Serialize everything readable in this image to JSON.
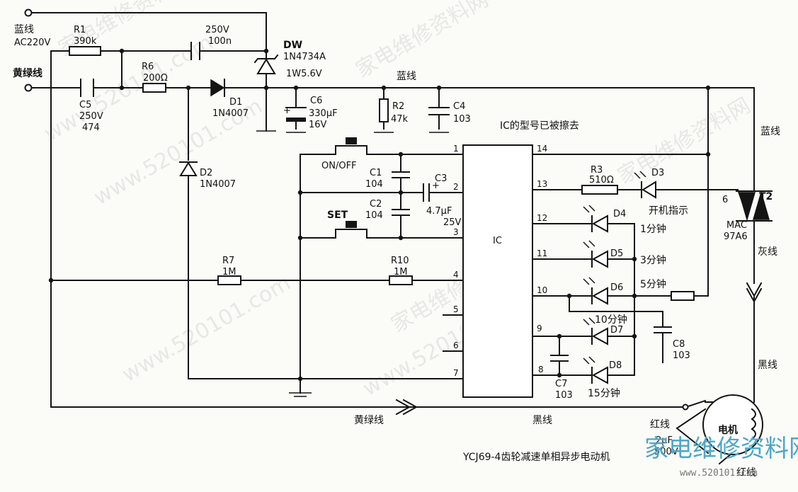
{
  "labels": {
    "blue_top": "蓝线",
    "ac220": "AC220V",
    "yellow_green_left": "黄绿线",
    "blue_mid": "蓝线",
    "blue_right": "蓝线",
    "grey_right": "灰线",
    "black_right": "黑线",
    "yellow_green_bottom": "黄绿线",
    "black_bottom": "黑线",
    "red_left": "红线",
    "red_bottom": "红线",
    "motor": "电机",
    "ic_note": "IC的型号已被擦去",
    "caption": "YCJ69-4齿轮减速单相异步电动机",
    "indicator": "开机指示",
    "on_off": "ON/OFF",
    "set": "SET",
    "ic": "IC"
  },
  "components": {
    "R1": {
      "name": "R1",
      "value": "390k"
    },
    "C_top": {
      "rating": "250V",
      "value": "100n"
    },
    "DW": {
      "name": "DW",
      "part": "1N4734A",
      "rating": "1W5.6V"
    },
    "R6": {
      "name": "R6",
      "value": "200Ω"
    },
    "D1": {
      "name": "D1",
      "part": "1N4007"
    },
    "D2": {
      "name": "D2",
      "part": "1N4007"
    },
    "C5": {
      "name": "C5",
      "rating": "250V",
      "value": "474"
    },
    "C6": {
      "name": "C6",
      "value": "330μF",
      "rating": "16V"
    },
    "R2": {
      "name": "R2",
      "value": "47k"
    },
    "C4": {
      "name": "C4",
      "value": "103"
    },
    "C1": {
      "name": "C1",
      "value": "104"
    },
    "C2": {
      "name": "C2",
      "value": "104"
    },
    "C3": {
      "name": "C3",
      "value": "4.7μF",
      "rating": "25V"
    },
    "R7": {
      "name": "R7",
      "value": "1M"
    },
    "R10": {
      "name": "R10",
      "value": "1M"
    },
    "R3": {
      "name": "R3",
      "value": "510Ω"
    },
    "D3": {
      "name": "D3"
    },
    "D4": {
      "name": "D4",
      "label": "1分钟"
    },
    "D5": {
      "name": "D5",
      "label": "3分钟"
    },
    "D6": {
      "name": "D6",
      "label": "5分钟"
    },
    "D7": {
      "name": "D7",
      "label": "10分钟"
    },
    "D8": {
      "name": "D8",
      "label": "15分钟"
    },
    "C7": {
      "name": "C7",
      "value": "103"
    },
    "C8": {
      "name": "C8",
      "value": "103"
    },
    "T2": {
      "name": "T2",
      "pin": "6",
      "part1": "MAC",
      "part2": "97A6"
    },
    "motor_cap": {
      "value": "2μF",
      "rating": "500V"
    }
  },
  "ic_pins": {
    "left": [
      "1",
      "2",
      "3",
      "4",
      "5",
      "6",
      "7"
    ],
    "right": [
      "14",
      "13",
      "12",
      "11",
      "10",
      "9",
      "8"
    ]
  },
  "watermarks": {
    "site": "家电维修资料网",
    "domain": "www.520101.com",
    "logo": "家电维修资料网",
    "logo_domain": "www.520101.com"
  }
}
